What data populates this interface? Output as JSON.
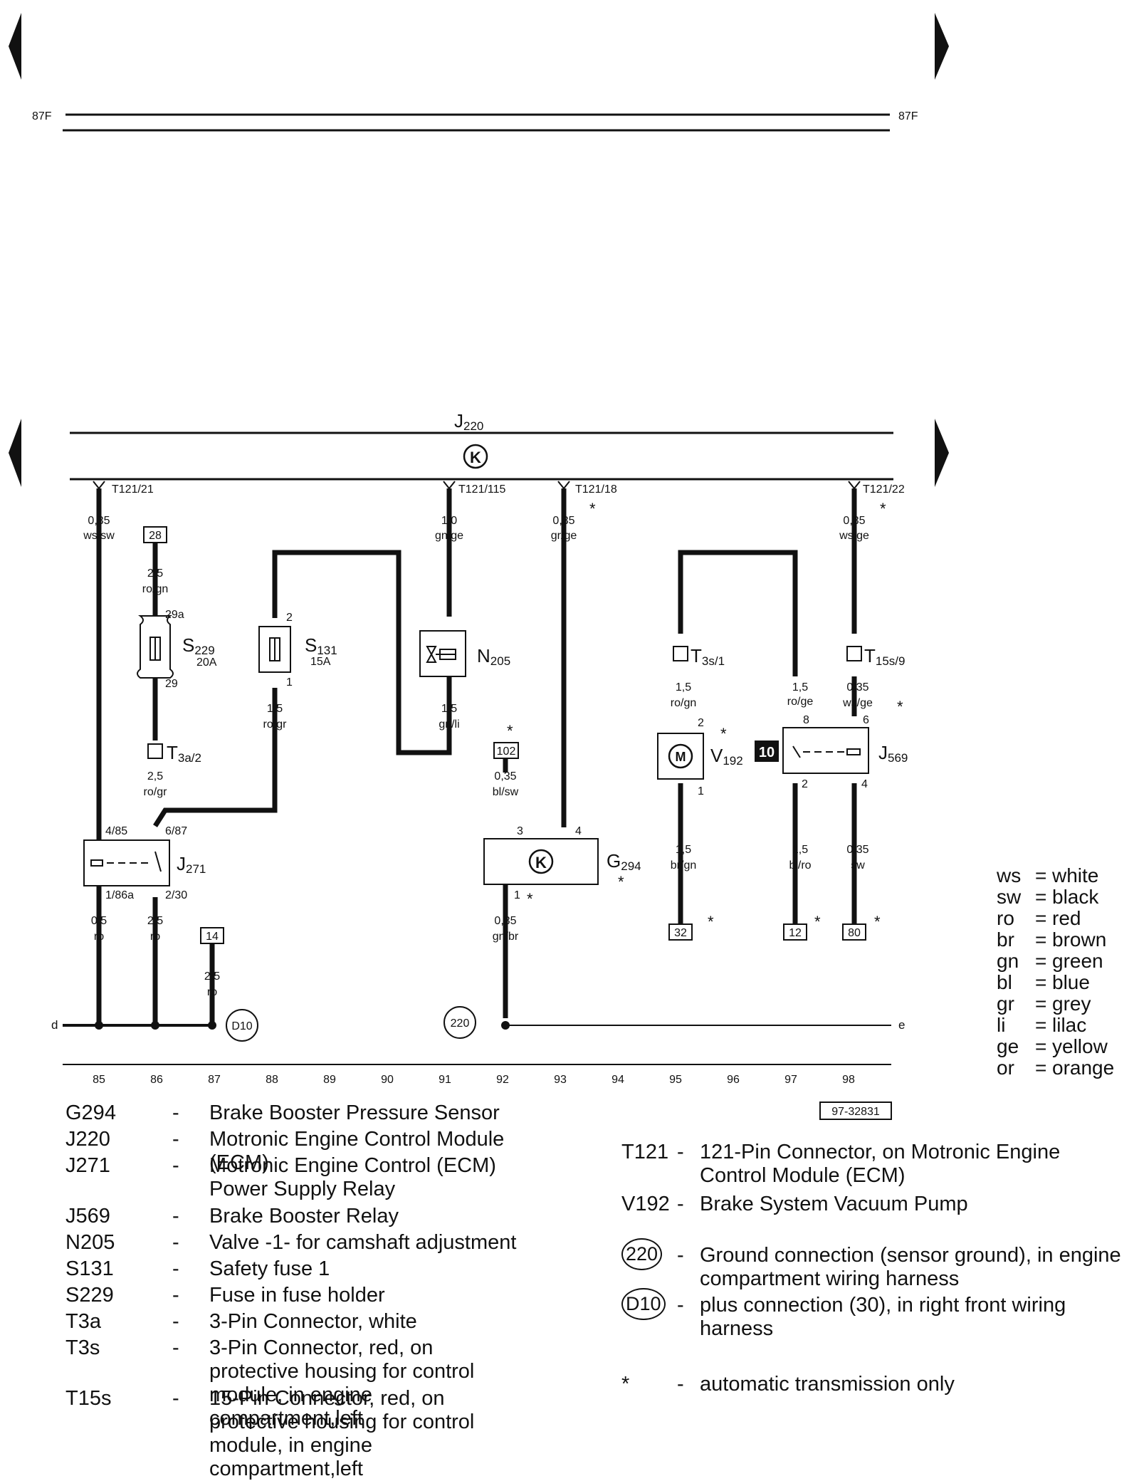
{
  "top_section": {
    "bus_label_left": "87F",
    "bus_label_right": "87F"
  },
  "module": {
    "name": "J",
    "subscript": "220",
    "symbol": "K"
  },
  "connectors": {
    "t121_21": "T121/21",
    "t121_115": "T121/115",
    "t121_18": "T121/18",
    "t121_22": "T121/22"
  },
  "wires": {
    "w85_top": {
      "size": "0,35",
      "color": "ws/sw"
    },
    "w91_top": {
      "size": "1,0",
      "color": "gn/ge"
    },
    "w93_top": {
      "size": "0,35",
      "color": "gr/ge"
    },
    "w98_top": {
      "size": "0,35",
      "color": "ws/ge"
    },
    "w86_a": {
      "size": "2,5",
      "color": "ro/gn"
    },
    "w86_b": {
      "size": "2,5",
      "color": "ro/gr"
    },
    "w88": {
      "size": "1,5",
      "color": "ro/gr"
    },
    "w91_b": {
      "size": "1,5",
      "color": "gn/li"
    },
    "w92_top": {
      "size": "0,35",
      "color": "bl/sw"
    },
    "w92_bot": {
      "size": "0,35",
      "color": "gn/br"
    },
    "w95_top": {
      "size": "1,5",
      "color": "ro/gn"
    },
    "w97_top": {
      "size": "1,5",
      "color": "ro/ge"
    },
    "w98_mid": {
      "size": "0,35",
      "color": "ws/ge"
    },
    "w95_bot": {
      "size": "1,5",
      "color": "br/gn"
    },
    "w97_bot": {
      "size": "1,5",
      "color": "bl/ro"
    },
    "w98_bot": {
      "size": "0,35",
      "color": "sw"
    },
    "w85_bot": {
      "size": "0,5",
      "color": "ro"
    },
    "w86_bot": {
      "size": "2,5",
      "color": "ro"
    },
    "w87": {
      "size": "2,5",
      "color": "ro"
    }
  },
  "components": {
    "s229": {
      "name": "S",
      "sub": "229",
      "rating": "20A",
      "pin_in": "29a",
      "pin_out": "29"
    },
    "s131": {
      "name": "S",
      "sub": "131",
      "rating": "15A",
      "pin_in": "2",
      "pin_out": "1"
    },
    "n205": {
      "name": "N",
      "sub": "205"
    },
    "t3a2": {
      "name": "T",
      "sub": "3a/2"
    },
    "t3s1": {
      "name": "T",
      "sub": "3s/1"
    },
    "t15s9": {
      "name": "T",
      "sub": "15s/9"
    },
    "j271": {
      "name": "J",
      "sub": "271",
      "pins": [
        "4/85",
        "6/87",
        "1/86a",
        "2/30"
      ]
    },
    "g294": {
      "name": "G",
      "sub": "294",
      "symbol": "K",
      "pins": [
        "3",
        "4",
        "1"
      ]
    },
    "v192": {
      "name": "V",
      "sub": "192",
      "symbol": "M",
      "pins": [
        "2",
        "1"
      ]
    },
    "j569": {
      "name": "J",
      "sub": "569",
      "pins": [
        "8",
        "6",
        "2",
        "4"
      ]
    },
    "relay_position": "10"
  },
  "refs": {
    "r28": "28",
    "r102": "102",
    "r14": "14",
    "r32": "32",
    "r12": "12",
    "r80": "80"
  },
  "grounds": {
    "d10": "D10",
    "g220": "220"
  },
  "ends": {
    "left": "d",
    "right": "e"
  },
  "star": "*",
  "track_numbers": [
    "85",
    "86",
    "87",
    "88",
    "89",
    "90",
    "91",
    "92",
    "93",
    "94",
    "95",
    "96",
    "97",
    "98"
  ],
  "diagram_id": "97-32831",
  "color_key": [
    {
      "abbr": "ws",
      "name": "white"
    },
    {
      "abbr": "sw",
      "name": "black"
    },
    {
      "abbr": "ro",
      "name": "red"
    },
    {
      "abbr": "br",
      "name": "brown"
    },
    {
      "abbr": "gn",
      "name": "green"
    },
    {
      "abbr": "bl",
      "name": "blue"
    },
    {
      "abbr": "gr",
      "name": "grey"
    },
    {
      "abbr": "li",
      "name": "lilac"
    },
    {
      "abbr": "ge",
      "name": "yellow"
    },
    {
      "abbr": "or",
      "name": "orange"
    }
  ],
  "legend_left": [
    {
      "code": "G294",
      "dash": "-",
      "desc": "Brake Booster Pressure Sensor"
    },
    {
      "code": "J220",
      "dash": "-",
      "desc": "Motronic Engine Control Module (ECM)"
    },
    {
      "code": "J271",
      "dash": "-",
      "desc": "Motronic Engine Control (ECM) Power Supply Relay"
    },
    {
      "code": "J569",
      "dash": "-",
      "desc": "Brake Booster Relay"
    },
    {
      "code": "N205",
      "dash": "-",
      "desc": "Valve -1- for camshaft adjustment"
    },
    {
      "code": "S131",
      "dash": "-",
      "desc": "Safety fuse 1"
    },
    {
      "code": "S229",
      "dash": "-",
      "desc": "Fuse in fuse holder"
    },
    {
      "code": "T3a",
      "dash": "-",
      "desc": "3-Pin Connector, white"
    },
    {
      "code": "T3s",
      "dash": "-",
      "desc": "3-Pin Connector, red, on protective housing for control module, in engine compartment,left"
    },
    {
      "code": "T15s",
      "dash": "-",
      "desc": "15-Pin Connector, red, on protective housing for control module, in engine compartment,left"
    }
  ],
  "legend_right": [
    {
      "code": "T121",
      "dash": "-",
      "desc": "121-Pin Connector, on Motronic Engine Control Module (ECM)"
    },
    {
      "code": "V192",
      "dash": "-",
      "desc": "Brake System Vacuum Pump"
    },
    {
      "code": "220",
      "dash": "-",
      "desc": "Ground connection (sensor ground), in engine compartment wiring harness"
    },
    {
      "code": "D10",
      "dash": "-",
      "desc": "plus connection (30), in right front wiring harness"
    },
    {
      "code": "*",
      "dash": "-",
      "desc": "automatic transmission only"
    }
  ]
}
